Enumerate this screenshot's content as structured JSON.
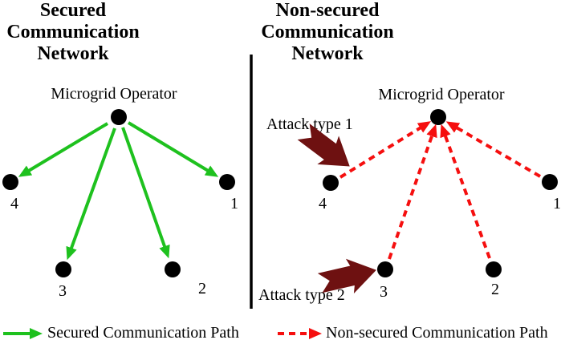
{
  "colors": {
    "background": "#ffffff",
    "green": "#1ec11e",
    "red": "#f50f0f",
    "maroon": "#6e1111",
    "node": "#000000"
  },
  "left_panel": {
    "title_lines": [
      "Secured",
      "Communication",
      "Network"
    ],
    "operator_label": "Microgrid Operator",
    "nodes": [
      "4",
      "3",
      "2",
      "1"
    ]
  },
  "right_panel": {
    "title_lines": [
      "Non-secured",
      "Communication",
      "Network"
    ],
    "operator_label": "Microgrid Operator",
    "nodes": [
      "4",
      "3",
      "2",
      "1"
    ],
    "attack_type1_label": "Attack type 1",
    "attack_type2_label": "Attack type 2"
  },
  "legend": {
    "secured_label": "Secured Communication Path",
    "non_secured_label": "Non-secured Communication Path"
  }
}
